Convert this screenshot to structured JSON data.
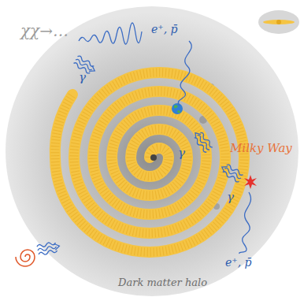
{
  "diagram": {
    "labels": [
      "χχ→…",
      "e⁺, p̄",
      "γ",
      "Milky Way",
      "γ",
      "γ",
      "e⁺, p̄",
      "Dark matter halo"
    ]
  }
}
